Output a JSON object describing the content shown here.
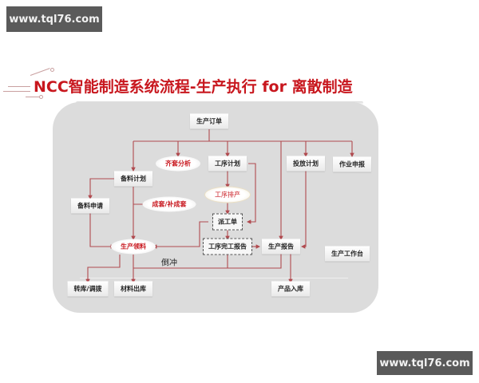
{
  "watermarks": {
    "top_left": "www.tql76.com",
    "bottom_right": "www.tql76.com"
  },
  "title": "NCC智能制造系统流程-生产执行 for 离散制造",
  "colors": {
    "accent_red": "#c8171e",
    "arrow": "#b04a4f",
    "panel": "#dcdcdc",
    "watermark_bg": "#5a5a5a"
  },
  "diagram": {
    "nodes": {
      "production_order": "生产订单",
      "kitting_analysis": "齐套分析",
      "process_plan": "工序计划",
      "release_plan": "投放计划",
      "job_report": "作业申报",
      "material_prep_plan": "备料计划",
      "process_scheduling": "工序排产",
      "material_prep_request": "备料申请",
      "kit_supplement": "成套/补成套",
      "dispatch_order": "派工单",
      "production_requisition": "生产领料",
      "process_completion_report": "工序完工报告",
      "production_report": "生产报告",
      "production_workbench": "生产工作台",
      "backflush": "倒冲",
      "transfer_allocation": "转库/调拨",
      "material_issue": "材料出库",
      "product_receipt": "产品入库"
    }
  }
}
